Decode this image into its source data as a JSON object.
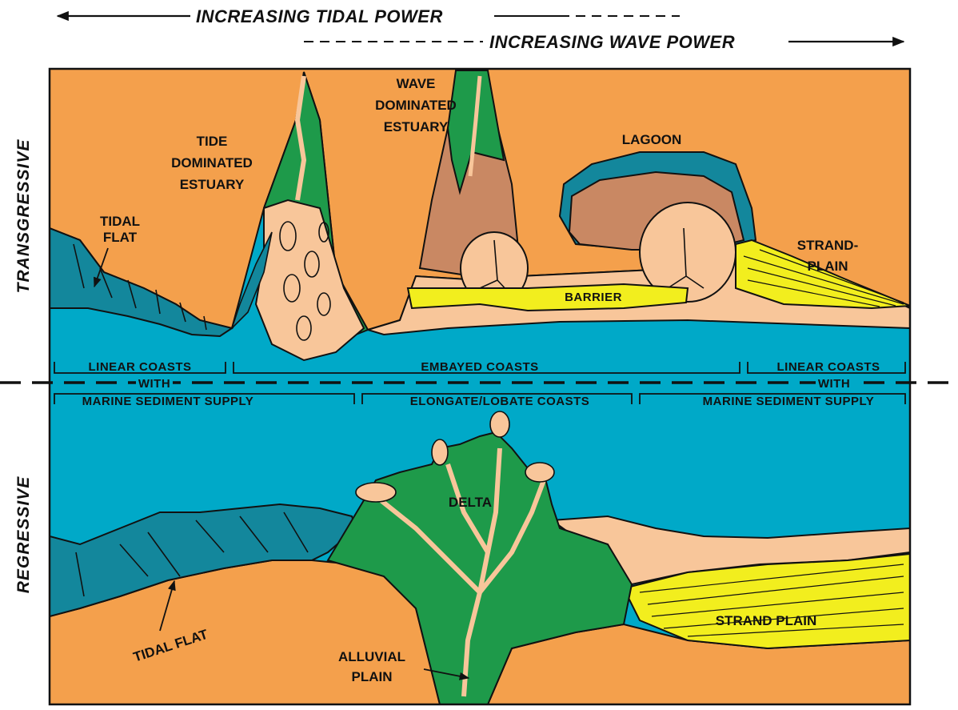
{
  "header": {
    "tidal_power": "INCREASING  TIDAL  POWER",
    "wave_power": "INCREASING  WAVE  POWER"
  },
  "side_labels": {
    "transgressive": "TRANSGRESSIVE",
    "regressive": "REGRESSIVE"
  },
  "transgressive_panel": {
    "tidal_flat": [
      "TIDAL",
      "FLAT"
    ],
    "tide_dominated_estuary": [
      "TIDE",
      "DOMINATED",
      "ESTUARY"
    ],
    "wave_dominated_estuary": [
      "WAVE",
      "DOMINATED",
      "ESTUARY"
    ],
    "lagoon": "LAGOON",
    "strand_plain": [
      "STRAND-",
      "PLAIN"
    ],
    "barrier": "BARRIER"
  },
  "coast_classes": {
    "linear_coasts_left": "LINEAR  COASTS",
    "embayed_coasts": "EMBAYED  COASTS",
    "linear_coasts_right": "LINEAR  COASTS",
    "with_left": "WITH",
    "with_right": "WITH",
    "marine_sediment_supply_left": "MARINE  SEDIMENT  SUPPLY",
    "elongate_lobate_coasts": "ELONGATE/LOBATE  COASTS",
    "marine_sediment_supply_right": "MARINE  SEDIMENT  SUPPLY"
  },
  "regressive_panel": {
    "delta": "DELTA",
    "strand_plain": "STRAND  PLAIN",
    "tidal_flat": "TIDAL   FLAT",
    "alluvial_plain": [
      "ALLUVIAL",
      "PLAIN"
    ]
  },
  "colors": {
    "land_orange": "#F4A04C",
    "sea_blue": "#00A9C8",
    "tidal_flat_teal": "#13879C",
    "estuary_green": "#1E9A4A",
    "sand_peach": "#F8C69A",
    "lagoon_brown": "#C98863",
    "beach_yellow": "#F2EE1E"
  }
}
